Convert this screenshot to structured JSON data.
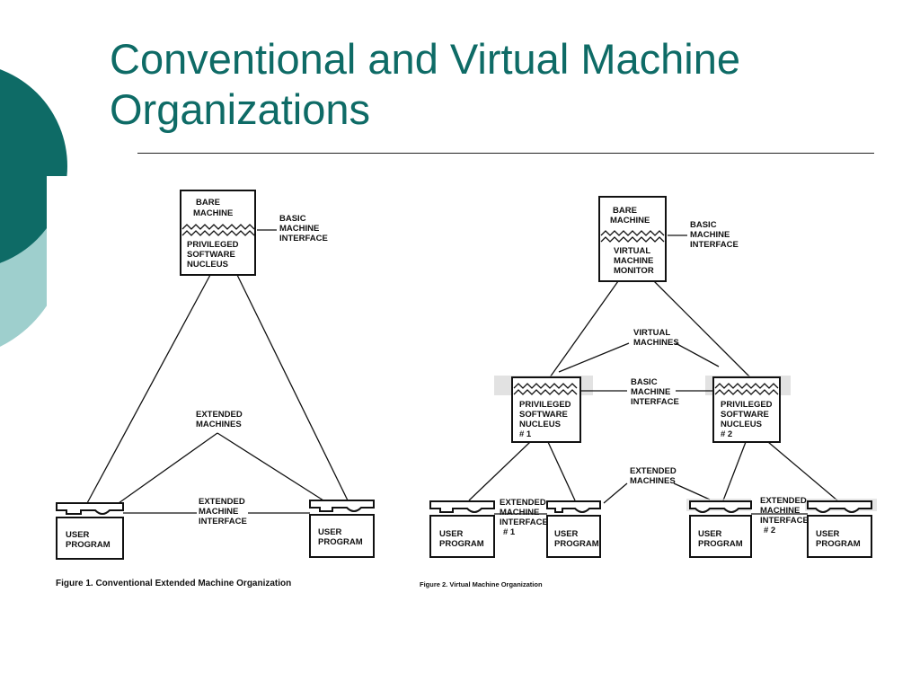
{
  "slide": {
    "title_line1": "Conventional and Virtual Machine",
    "title_line2": "Organizations",
    "colors": {
      "title": "#0e6b66",
      "deco_dark": "#0e6b66",
      "deco_light": "#9ecfcd"
    }
  },
  "figure1": {
    "bare_machine": [
      "BARE",
      "MACHINE"
    ],
    "nucleus": [
      "PRIVILEGED",
      "SOFTWARE",
      "NUCLEUS"
    ],
    "basic_interface": [
      "BASIC",
      "MACHINE",
      "INTERFACE"
    ],
    "extended_machines": [
      "EXTENDED",
      "MACHINES"
    ],
    "extended_interface": [
      "EXTENDED",
      "MACHINE",
      "INTERFACE"
    ],
    "user_program": [
      "USER",
      "PROGRAM"
    ],
    "caption": "Figure 1.  Conventional Extended Machine Organization"
  },
  "figure2": {
    "bare_machine": [
      "BARE",
      "MACHINE"
    ],
    "vmm": [
      "VIRTUAL",
      "MACHINE",
      "MONITOR"
    ],
    "basic_interface_top": [
      "BASIC",
      "MACHINE",
      "INTERFACE"
    ],
    "virtual_machines": [
      "VIRTUAL",
      "MACHINES"
    ],
    "basic_interface_mid": [
      "BASIC",
      "MACHINE",
      "INTERFACE"
    ],
    "nucleus1": [
      "PRIVILEGED",
      "SOFTWARE",
      "NUCLEUS",
      "# 1"
    ],
    "nucleus2": [
      "PRIVILEGED",
      "SOFTWARE",
      "NUCLEUS",
      "# 2"
    ],
    "extended_machines": [
      "EXTENDED",
      "MACHINES"
    ],
    "extended_interface1": [
      "EXTENDED",
      "MACHINE",
      "INTERFACE",
      "# 1"
    ],
    "extended_interface2": [
      "EXTENDED",
      "MACHINE",
      "INTERFACE",
      "# 2"
    ],
    "user_program": [
      "USER",
      "PROGRAM"
    ],
    "caption": "Figure 2.  Virtual Machine Organization"
  }
}
